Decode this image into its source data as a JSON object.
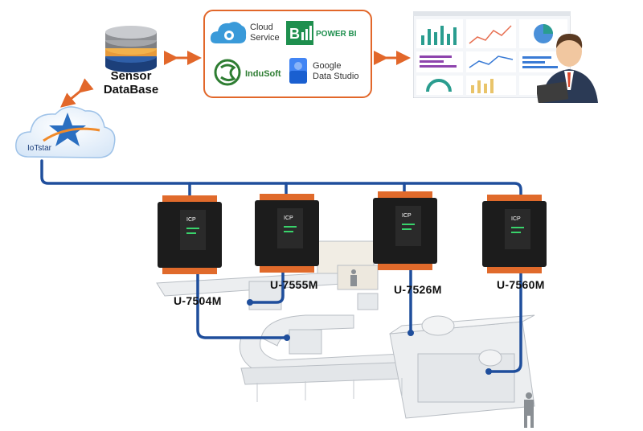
{
  "database": {
    "line1": "Sensor",
    "line2": "DataBase"
  },
  "cloud": {
    "label": "IoTstar"
  },
  "services": {
    "cloud_service_line1": "Cloud",
    "cloud_service_line2": "Service",
    "powerbi": "POWER BI",
    "indusoft": "InduSoft",
    "google_line1": "Google",
    "google_line2": "Data Studio"
  },
  "devices": [
    {
      "label": "U-7504M"
    },
    {
      "label": "U-7555M"
    },
    {
      "label": "U-7526M"
    },
    {
      "label": "U-7560M"
    }
  ],
  "colors": {
    "network_line": "#1f4e9c",
    "arrow": "#e2672a",
    "services_border": "#e2672a",
    "device_body": "#1c1c1c",
    "terminal": "#e06a2b"
  }
}
